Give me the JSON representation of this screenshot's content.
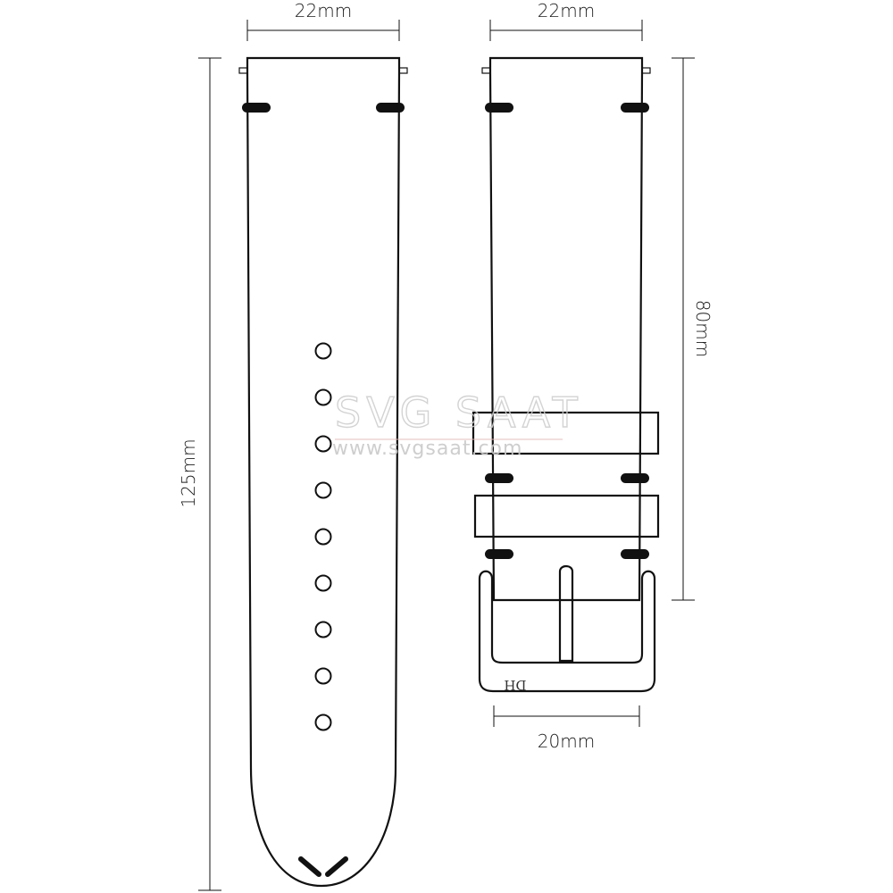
{
  "dimensions": {
    "long_strap_width": "22mm",
    "short_strap_width": "22mm",
    "long_strap_length": "125mm",
    "short_strap_length": "80mm",
    "buckle_width": "20mm"
  },
  "watermark": {
    "brand": "SVG SAAT",
    "url": "www.svgsaat.com"
  },
  "buckle_mark": "DH",
  "strap": {
    "hole_count": 9
  },
  "colors": {
    "line": "#111111",
    "watermark": "#cfcfcf",
    "background": "#ffffff"
  }
}
